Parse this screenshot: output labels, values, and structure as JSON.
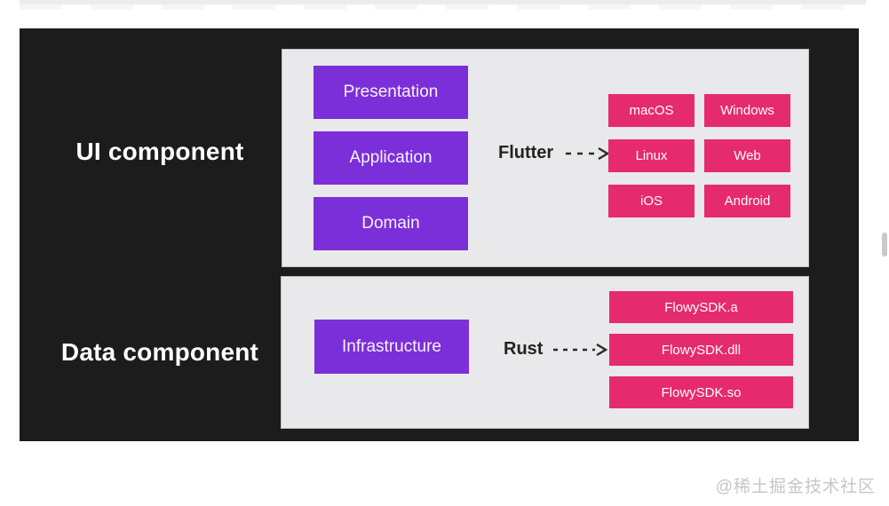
{
  "watermark": "@稀土掘金技术社区",
  "colors": {
    "layer_purple": "#7b2fd9",
    "target_pink": "#e62a6e",
    "canvas_dark": "#1c1c1d",
    "panel_light": "#e9e8ea"
  },
  "ui_section": {
    "label": "UI component",
    "layers": [
      "Presentation",
      "Application",
      "Domain"
    ],
    "tech": "Flutter",
    "platforms": [
      "macOS",
      "Windows",
      "Linux",
      "Web",
      "iOS",
      "Android"
    ]
  },
  "data_section": {
    "label": "Data component",
    "layers": [
      "Infrastructure"
    ],
    "tech": "Rust",
    "outputs": [
      "FlowySDK.a",
      "FlowySDK.dll",
      "FlowySDK.so"
    ]
  }
}
